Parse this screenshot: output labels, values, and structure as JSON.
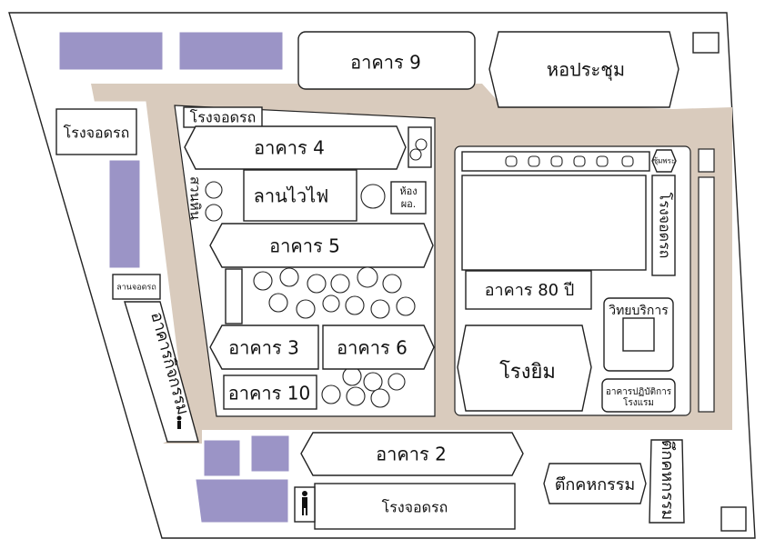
{
  "colors": {
    "road": "#d9cbbd",
    "parking_lot": "#9b94c6",
    "building_fill": "#ffffff",
    "outline": "#222222"
  },
  "buildings": {
    "b9": "อาคาร 9",
    "hall": "หอประชุม",
    "b4": "อาคาร 4",
    "b5": "อาคาร 5",
    "b3": "อาคาร 3",
    "b6": "อาคาร 6",
    "b10": "อาคาร 10",
    "b2": "อาคาร 2",
    "b80": "อาคาร 80 ปี",
    "gym": "โรงยิม",
    "activity": "อาคารกิจกรรม",
    "student_affairs": "ตึกคหกรรม",
    "student_affairs_2": "ตึกคหกรรม",
    "science_service": "วิทยบริการ",
    "gym_practice": "อาคารปฏิบัติการ",
    "gym_practice_2": "โรงแรม"
  },
  "places": {
    "fire_plaza": "ลานไวไฟ",
    "nurse_room_1": "ห้อง",
    "nurse_room_2": "ผอ.",
    "garden": "สวนหิน",
    "shrine": "ซุ้มพระ",
    "parking_plaza": "ลานจอดรถ"
  },
  "garages": {
    "top_left": "โรงจอดรถ",
    "top_center": "โรงจอดรถ",
    "right_vertical": "โรงจอดรถ",
    "bottom": "โรงจอดรถ"
  },
  "icons": {
    "restroom": "person-icon"
  }
}
